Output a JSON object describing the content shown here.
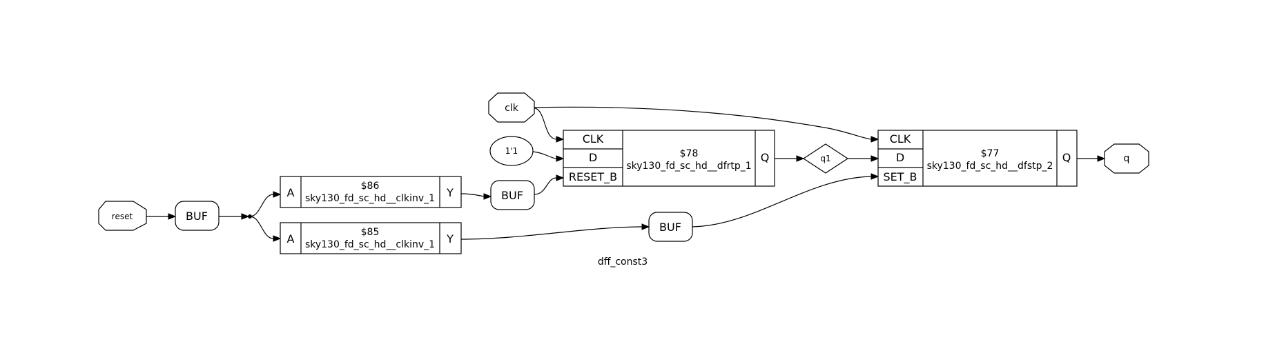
{
  "diagram": {
    "title": "dff_const3",
    "ports": {
      "clk": "clk",
      "reset": "reset",
      "q": "q"
    },
    "const": "1'1",
    "wire_q1": "q1",
    "buffers": {
      "buf_reset": "BUF",
      "buf_y86": "BUF",
      "buf_y85": "BUF"
    },
    "cells": {
      "inv86": {
        "id": "$86",
        "type": "sky130_fd_sc_hd__clkinv_1",
        "in": "A",
        "out": "Y"
      },
      "inv85": {
        "id": "$85",
        "type": "sky130_fd_sc_hd__clkinv_1",
        "in": "A",
        "out": "Y"
      },
      "dff78": {
        "id": "$78",
        "type": "sky130_fd_sc_hd__dfrtp_1",
        "clk": "CLK",
        "d": "D",
        "reset": "RESET_B",
        "q": "Q"
      },
      "dff77": {
        "id": "$77",
        "type": "sky130_fd_sc_hd__dfstp_2",
        "clk": "CLK",
        "d": "D",
        "set": "SET_B",
        "q": "Q"
      }
    }
  }
}
